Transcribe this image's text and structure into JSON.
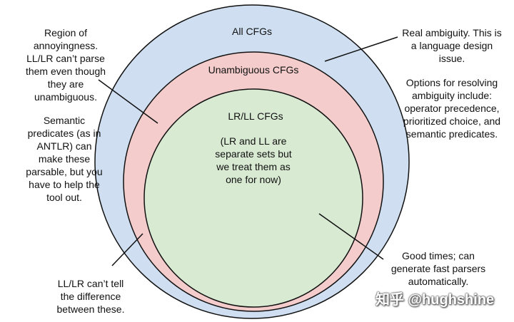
{
  "sets": {
    "all_cfgs": {
      "label": "All CFGs",
      "fill": "#cfdff1"
    },
    "unambiguous_cfgs": {
      "label": "Unambiguous CFGs",
      "fill": "#f4cccc"
    },
    "lr_ll_cfgs": {
      "label": "LR/LL CFGs",
      "sublabel": "(LR and LL are\nseparate sets but\nwe treat them as\none for now)",
      "fill": "#d9ead3"
    }
  },
  "notes": {
    "annoyingness": "Region of\nannoyingness.\nLL/LR can’t parse\nthem even though\nthey are\nunambiguous.",
    "semantic_predicates": "Semantic\npredicates (as in\nANTLR) can\nmake these\nparsable, but you\nhave to help the\ntool out.",
    "cant_tell": "LL/LR can’t tell\nthe difference\nbetween these.",
    "real_ambiguity": "Real ambiguity. This is\na language design\nissue.",
    "options": "Options for resolving\nambiguity include:\noperator precedence,\nprioritized choice, and\nsemantic predicates.",
    "good_times": "Good times; can\ngenerate fast parsers\nautomatically."
  },
  "watermark": "知乎 @hughshine",
  "colors": {
    "stroke": "#111111"
  }
}
